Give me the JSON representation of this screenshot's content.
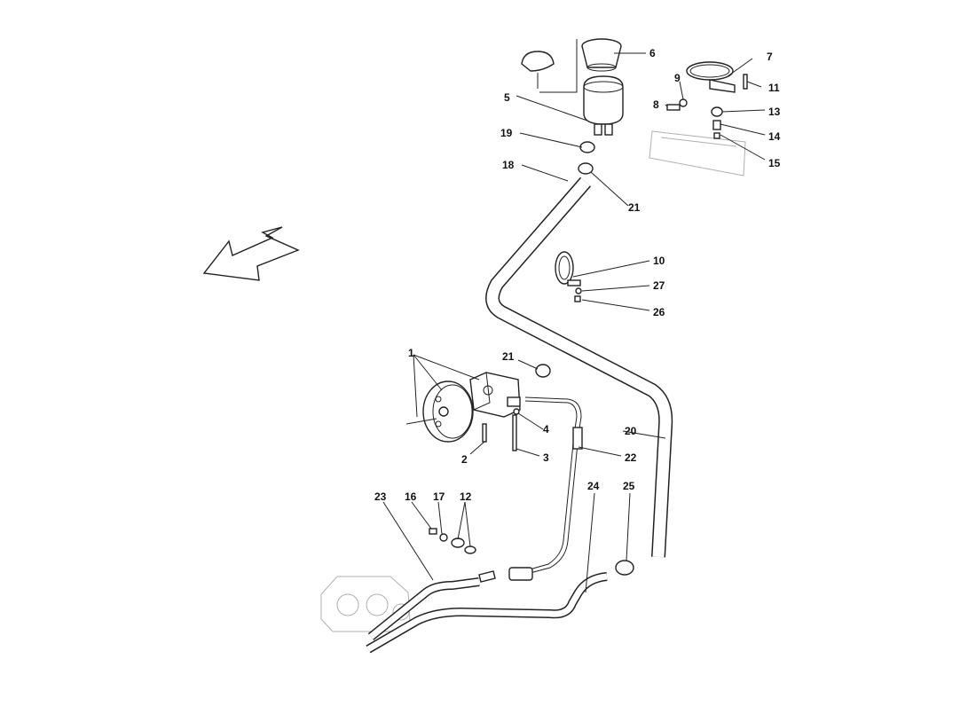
{
  "diagram": {
    "callouts": {
      "c1": "1",
      "c2": "2",
      "c3": "3",
      "c4": "4",
      "c5": "5",
      "c6": "6",
      "c7": "7",
      "c8": "8",
      "c9": "9",
      "c10": "10",
      "c11": "11",
      "c12": "12",
      "c13": "13",
      "c14": "14",
      "c15": "15",
      "c16": "16",
      "c17": "17",
      "c18": "18",
      "c19": "19",
      "c20": "20",
      "c21a": "21",
      "c21b": "21",
      "c22": "22",
      "c23": "23",
      "c24": "24",
      "c25": "25",
      "c26": "26",
      "c27": "27"
    }
  }
}
